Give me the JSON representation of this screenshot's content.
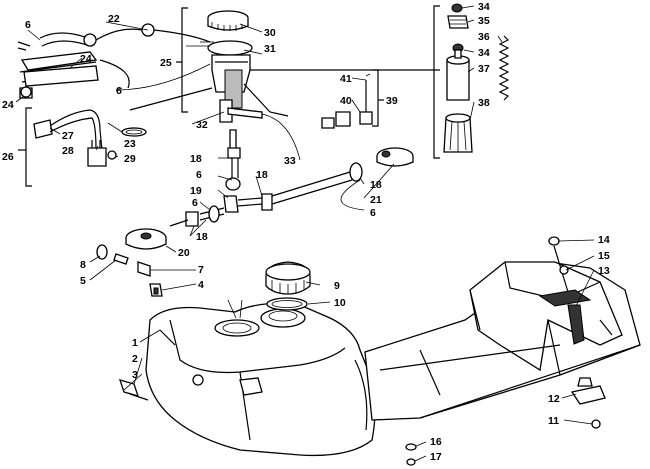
{
  "callouts": {
    "c1": "1",
    "c2": "2",
    "c3": "3",
    "c4": "4",
    "c5": "5",
    "c6a": "6",
    "c6b": "6",
    "c6c": "6",
    "c6d": "6",
    "c6e": "6",
    "c7": "7",
    "c8": "8",
    "c9": "9",
    "c10": "10",
    "c11": "11",
    "c12": "12",
    "c13": "13",
    "c14": "14",
    "c15": "15",
    "c16": "16",
    "c17": "17",
    "c18a": "18",
    "c18b": "18",
    "c18c": "18",
    "c18d": "18",
    "c19": "19",
    "c20": "20",
    "c21": "21",
    "c22": "22",
    "c23": "23",
    "c24a": "24",
    "c24b": "24",
    "c25": "25",
    "c26": "26",
    "c27": "27",
    "c28": "28",
    "c29": "29",
    "c30": "30",
    "c31": "31",
    "c32": "32",
    "c33": "33",
    "c34a": "34",
    "c34b": "34",
    "c35": "35",
    "c36": "36",
    "c37": "37",
    "c38": "38",
    "c39": "39",
    "c40": "40",
    "c41": "41"
  }
}
